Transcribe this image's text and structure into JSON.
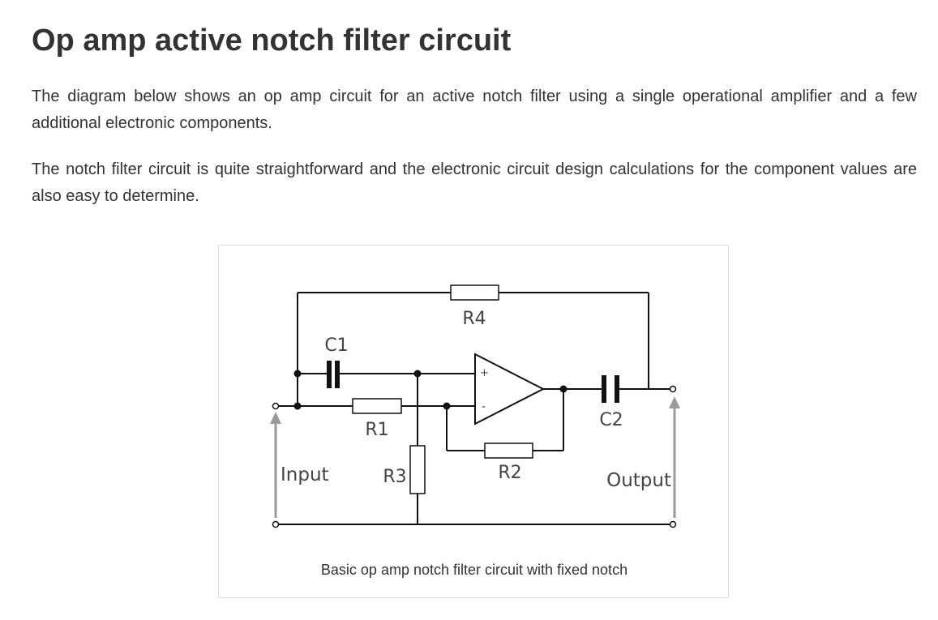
{
  "article": {
    "title": "Op amp active notch filter circuit",
    "paragraphs": [
      "The diagram below shows an op amp circuit for an active notch filter using a single operational amplifier and a few additional electronic components.",
      "The notch filter circuit is quite straightforward and the electronic circuit design calculations for the component values are also easy to determine."
    ]
  },
  "figure": {
    "caption": "Basic op amp notch filter circuit with fixed notch",
    "labels": {
      "r4": "R4",
      "c1": "C1",
      "r1": "R1",
      "r3": "R3",
      "r2": "R2",
      "c2": "C2",
      "input": "Input",
      "output": "Output",
      "plus": "+",
      "minus": "-"
    }
  }
}
